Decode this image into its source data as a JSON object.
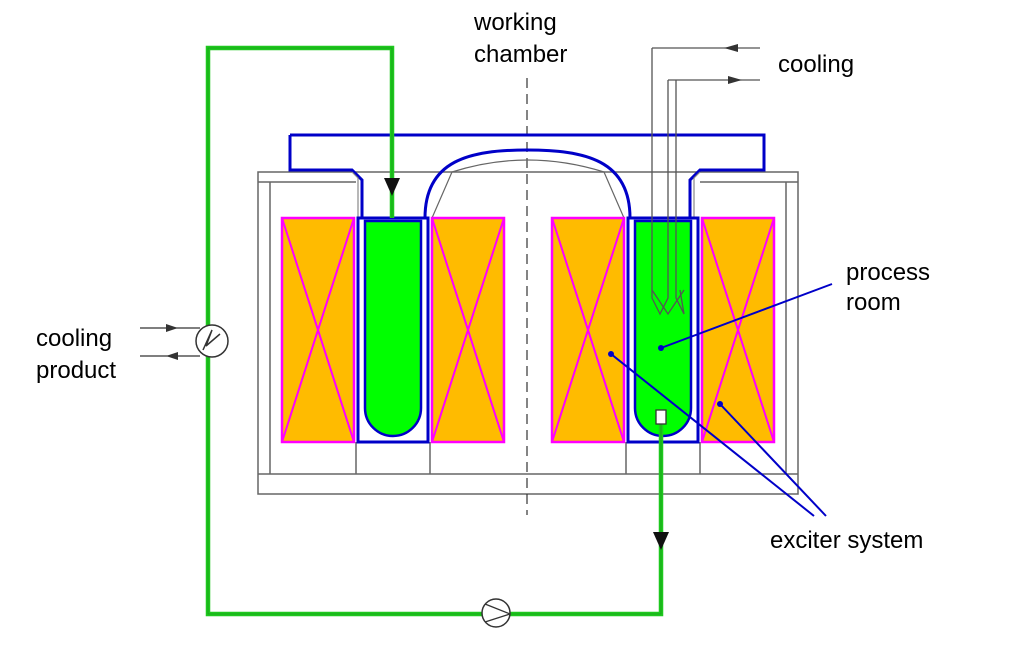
{
  "labels": {
    "working": "working",
    "chamber": "chamber",
    "cooling_top": "cooling",
    "process": "process",
    "room": "room",
    "cooling_left": "cooling",
    "product": "product",
    "exciter_system": "exciter system"
  },
  "colors": {
    "coolant_loop": "#1ec81e",
    "process_fill": "#00ff00",
    "vessel_outline": "#0000c8",
    "coil_fill": "#ffbb00",
    "coil_outline": "#ff00ff",
    "leader_line": "#0000c8",
    "housing_stroke": "#666666"
  },
  "icons": {
    "heat_exchanger": "heat-exchanger-icon",
    "pump": "pump-icon",
    "flow_arrow": "flow-arrow-icon"
  }
}
